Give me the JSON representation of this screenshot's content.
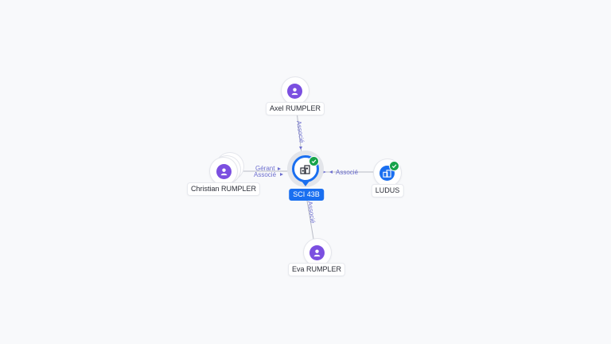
{
  "graph": {
    "center": {
      "name": "SCI 43B",
      "verified": true,
      "icon": "building-icon",
      "color": "#1a6ff0"
    },
    "nodes": [
      {
        "id": "axel",
        "name": "Axel RUMPLER",
        "type": "person",
        "icon": "person-icon"
      },
      {
        "id": "christian",
        "name": "Christian RUMPLER",
        "type": "person",
        "icon": "person-icon"
      },
      {
        "id": "eva",
        "name": "Eva RUMPLER",
        "type": "person",
        "icon": "person-icon"
      },
      {
        "id": "ludus",
        "name": "LUDUS",
        "type": "company",
        "icon": "building-icon",
        "verified": true
      }
    ],
    "edges": [
      {
        "from": "axel",
        "to": "center",
        "labels": [
          "Associé"
        ]
      },
      {
        "from": "christian",
        "to": "center",
        "labels": [
          "Gérant",
          "Associé"
        ]
      },
      {
        "from": "eva",
        "to": "center",
        "labels": [
          "Associé"
        ]
      },
      {
        "from": "ludus",
        "to": "center",
        "labels": [
          "Associé"
        ]
      }
    ],
    "colors": {
      "person": "#7b4fe0",
      "company": "#1a6ff0",
      "verified": "#17a34a",
      "edge_label": "#6d6fcf"
    }
  }
}
